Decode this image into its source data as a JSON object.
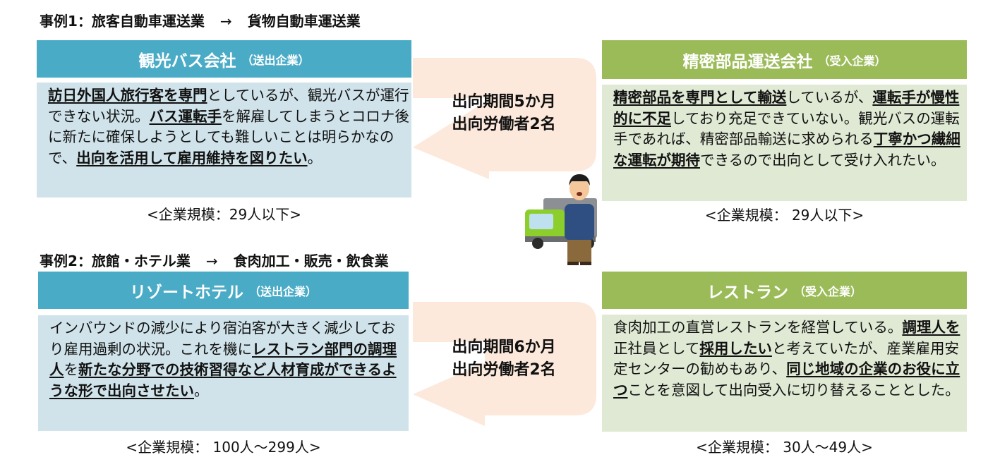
{
  "colors": {
    "sender_header": "#4aabc6",
    "sender_body": "#d0e3ea",
    "receiver_header": "#9bbb59",
    "receiver_body": "#dfe9d4",
    "arrow_fill": "#fde9dc"
  },
  "cases": [
    {
      "title_prefix": "事例1：旅客自動車運送業",
      "title_arrow": "→",
      "title_suffix": "貨物自動車運送業",
      "sender": {
        "name": "観光バス会社",
        "role": "（送出企業）",
        "text_segments": [
          {
            "t": "訪日外国人旅行客を専門",
            "b": true
          },
          {
            "t": "としているが、観光バスが運行できない状況。",
            "b": false
          },
          {
            "t": "バス運転手",
            "b": true
          },
          {
            "t": "を解雇してしまうとコロナ後に新たに確保しようとしても難しいことは明らかなので、",
            "b": false
          },
          {
            "t": "出向を活用して雇用維持を図りたい",
            "b": true
          },
          {
            "t": "。",
            "b": false
          }
        ],
        "size": "<企業規模：29人以下>"
      },
      "transfer": {
        "period": "出向期間5か月",
        "workers": "出向労働者2名"
      },
      "receiver": {
        "name": "精密部品運送会社",
        "role": "（受入企業）",
        "text_segments": [
          {
            "t": "精密部品を専門として輸送",
            "b": true
          },
          {
            "t": "しているが、",
            "b": false
          },
          {
            "t": "運転手が慢性的に不足",
            "b": true
          },
          {
            "t": "しており充足できていない。観光バスの運転手であれば、精密部品輸送に求められる",
            "b": false
          },
          {
            "t": "丁寧かつ繊細な運転が期待",
            "b": true
          },
          {
            "t": "できるので出向として受け入れたい。",
            "b": false
          }
        ],
        "size": "<企業規模： 29人以下>"
      },
      "illustration": "truck-driver-illustration"
    },
    {
      "title_prefix": "事例2：旅館・ホテル業",
      "title_arrow": "→",
      "title_suffix": "食肉加工・販売・飲食業",
      "sender": {
        "name": "リゾートホテル",
        "role": "（送出企業）",
        "text_segments": [
          {
            "t": "インバウンドの減少により宿泊客が大きく減少しており雇用過剰の状況。これを機に",
            "b": false
          },
          {
            "t": "レストラン部門の調理人",
            "b": true
          },
          {
            "t": "を",
            "b": false
          },
          {
            "t": "新たな分野での技術習得など人材育成ができるような形で出向させたい",
            "b": true
          },
          {
            "t": "。",
            "b": false
          }
        ],
        "size": "<企業規模： 100人～299人>"
      },
      "transfer": {
        "period": "出向期間6か月",
        "workers": "出向労働者2名"
      },
      "receiver": {
        "name": "レストラン",
        "role": "（受入企業）",
        "text_segments": [
          {
            "t": "食肉加工の直営レストランを経営している。",
            "b": false
          },
          {
            "t": "調理人を",
            "b": true
          },
          {
            "t": "正社員として",
            "b": false
          },
          {
            "t": "採用したい",
            "b": true
          },
          {
            "t": "と考えていたが、産業雇用安定センターの勧めもあり、",
            "b": false
          },
          {
            "t": "同じ地域の企業のお役に立つ",
            "b": true
          },
          {
            "t": "ことを意図して出向受入に切り替えることとした。",
            "b": false
          }
        ],
        "size": "<企業規模： 30人～49人>"
      }
    }
  ]
}
